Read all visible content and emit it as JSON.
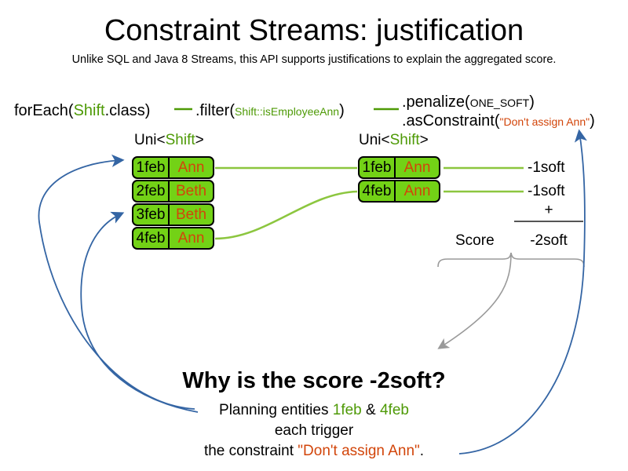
{
  "slide": {
    "title": "Constraint Streams: justification",
    "subtitle": "Unlike SQL and Java 8 Streams, this API supports justifications to explain the aggregated score."
  },
  "colors": {
    "tuple_fill": "#73d216",
    "class_green": "#4e9a06",
    "value_orange": "#d2450a",
    "arrow_blue": "#3465a4",
    "brace_grey": "#888888",
    "wire_green": "#8cc63f"
  },
  "code_line": {
    "foreach": {
      "prefix": "forEach(",
      "type": "Shift",
      "suffix": ".class)"
    },
    "filter": {
      "prefix": ".filter(",
      "arg": "Shift::isEmployeeAnn",
      "suffix": ")"
    },
    "penalize": {
      "prefix": ".penalize(",
      "arg": "ONE_SOFT",
      "suffix": ")"
    },
    "as_constraint": {
      "prefix": ".asConstraint(",
      "arg": "\"Don't assign Ann\"",
      "suffix": ")"
    }
  },
  "streams": {
    "left": {
      "caption_prefix": "Uni<",
      "caption_type": "Shift",
      "caption_suffix": ">",
      "rows": [
        {
          "date": "1feb",
          "employee": "Ann"
        },
        {
          "date": "2feb",
          "employee": "Beth"
        },
        {
          "date": "3feb",
          "employee": "Beth"
        },
        {
          "date": "4feb",
          "employee": "Ann"
        }
      ]
    },
    "right": {
      "caption_prefix": "Uni<",
      "caption_type": "Shift",
      "caption_suffix": ">",
      "rows": [
        {
          "date": "1feb",
          "employee": "Ann",
          "impact": "-1soft"
        },
        {
          "date": "4feb",
          "employee": "Ann",
          "impact": "-1soft"
        }
      ]
    }
  },
  "score_block": {
    "plus": "+",
    "label": "Score",
    "total": "-2soft"
  },
  "explanation": {
    "heading": "Why is the score -2soft?",
    "line1_prefix": "Planning entities ",
    "line1_entity_a": "1feb",
    "line1_amp": " & ",
    "line1_entity_b": "4feb",
    "line2": "each trigger",
    "line3_prefix": "the constraint ",
    "line3_constraint": "\"Don't assign Ann\"",
    "line3_suffix": "."
  },
  "icons": {
    "arrow_to_first_entity": "curved-arrow-icon",
    "arrow_to_last_entity": "curved-arrow-icon",
    "arrow_to_constraint": "curved-arrow-icon",
    "arrow_score_to_question": "curved-arrow-icon",
    "score_brace": "curly-brace-icon"
  }
}
